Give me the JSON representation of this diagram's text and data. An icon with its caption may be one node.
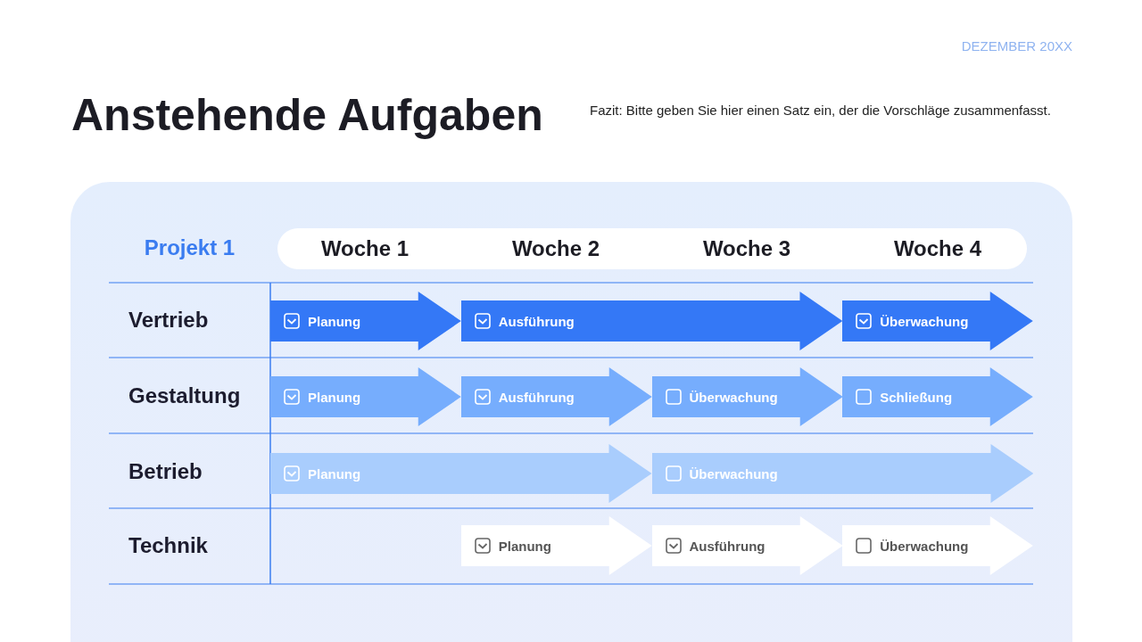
{
  "diagram": {
    "title": "Anstehende Aufgaben",
    "nodes": [
      {
        "text": [
          "Woche 1",
          "Woche 2",
          "Woche 3",
          "Woche 4"
        ]
      },
      {
        "text": [
          "Planung"
        ]
      },
      {
        "text": [
          "Ausführung"
        ]
      },
      {
        "text": [
          "Überwachung"
        ]
      },
      {
        "text": [
          "Planung"
        ]
      },
      {
        "text": [
          "Ausführung"
        ]
      },
      {
        "text": [
          "Überwachung"
        ]
      },
      {
        "text": [
          "Schließung"
        ]
      },
      {
        "text": [
          "Planung"
        ]
      },
      {
        "text": [
          "Überwachung"
        ]
      },
      {
        "text": [
          "Planung"
        ]
      },
      {
        "text": [
          "Ausführung"
        ]
      },
      {
        "text": [
          "Überwachung"
        ]
      }
    ],
    "labels": [
      "DEZEMBER 20XX",
      "Fazit: Bitte geben Sie hier einen Satz ein, der die Vorschläge zusammenfasst.",
      "Projekt 1",
      "Vertrieb",
      "Gestaltung",
      "Betrieb",
      "Technik"
    ]
  }
}
